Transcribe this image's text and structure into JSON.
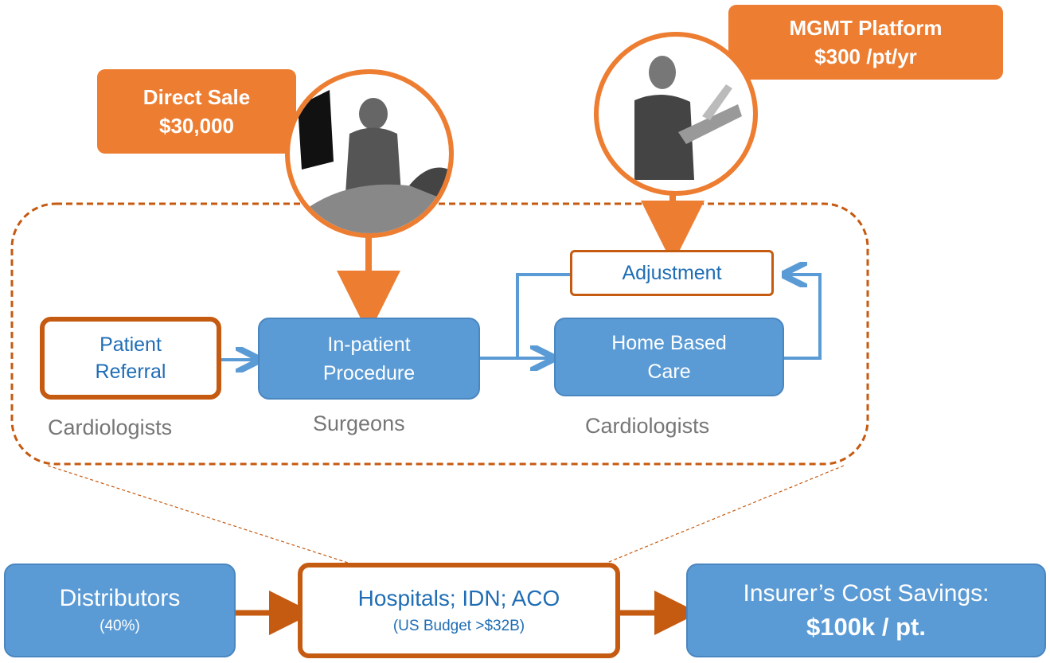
{
  "callouts": {
    "direct_sale": {
      "line1": "Direct Sale",
      "line2": "$30,000"
    },
    "mgmt_platform": {
      "line1": "MGMT Platform",
      "line2": "$300 /pt/yr"
    }
  },
  "flow": {
    "patient_referral": {
      "line1": "Patient",
      "line2": "Referral",
      "role": "Cardiologists"
    },
    "inpatient_procedure": {
      "line1": "In-patient",
      "line2": "Procedure",
      "role": "Surgeons"
    },
    "home_based_care": {
      "line1": "Home Based",
      "line2": "Care",
      "role": "Cardiologists"
    },
    "adjustment": {
      "label": "Adjustment"
    }
  },
  "bottom": {
    "distributors": {
      "title": "Distributors",
      "sub": "(40%)"
    },
    "hospitals": {
      "title": "Hospitals; IDN; ACO",
      "sub": "(US Budget >$32B)"
    },
    "insurer": {
      "title": "Insurer’s Cost Savings:",
      "value": "$100k / pt."
    }
  },
  "colors": {
    "orange": "#ed7d31",
    "dark_orange": "#c55a11",
    "blue": "#5b9bd5",
    "blue_text": "#1f6db5"
  },
  "icons": {
    "surgeon_photo": "surgeon-sketch",
    "doctor_photo": "doctor-laptop-sketch"
  }
}
